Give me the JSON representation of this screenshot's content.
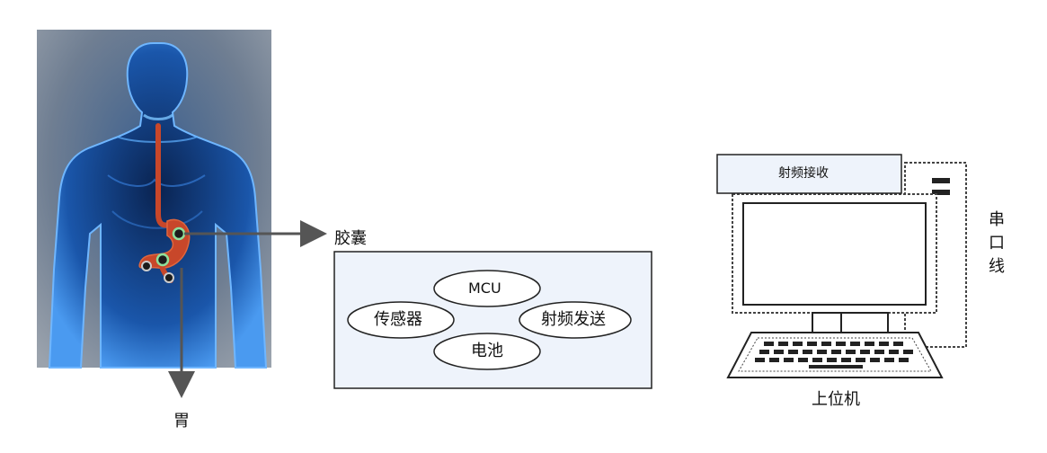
{
  "labels": {
    "capsule": "胶囊",
    "stomach": "胃",
    "host_computer": "上位机",
    "serial_line": [
      "串",
      "口",
      "线"
    ]
  },
  "capsule_components": {
    "mcu": "MCU",
    "sensor": "传感器",
    "rf_transmit": "射频发送",
    "battery": "电池"
  },
  "computer": {
    "rf_receive": "射频接收"
  },
  "colors": {
    "body_background": "#0e2a55",
    "body_glow": "#2f7fe0",
    "digestive_tract": "#c8472a",
    "arrow": "#555555",
    "capsule_box_fill": "#eef3fb",
    "outline": "#222222"
  },
  "icons": [
    "capsule-marker-icon",
    "keyboard-icon",
    "monitor-icon",
    "tower-icon"
  ]
}
